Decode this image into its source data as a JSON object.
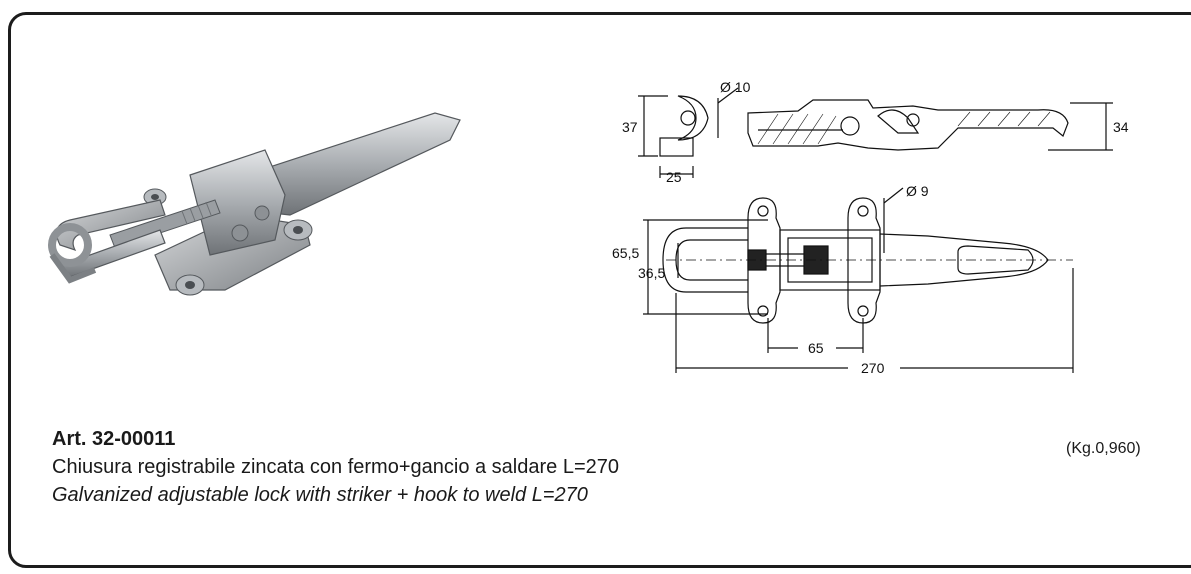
{
  "product": {
    "article": "Art. 32-00011",
    "description_it": "Chiusura registrabile zincata con fermo+gancio a saldare L=270",
    "description_en": "Galvanized adjustable lock with striker + hook to weld L=270",
    "weight": "(Kg.0,960)"
  },
  "drawing": {
    "dim_hole_top": "Ø 10",
    "dim_height_left": "37",
    "dim_height_right": "34",
    "dim_striker_width": "25",
    "dim_hole_mount": "Ø 9",
    "dim_width_outer": "65,5",
    "dim_width_inner": "36,5",
    "dim_hole_spacing": "65",
    "dim_length": "270"
  }
}
